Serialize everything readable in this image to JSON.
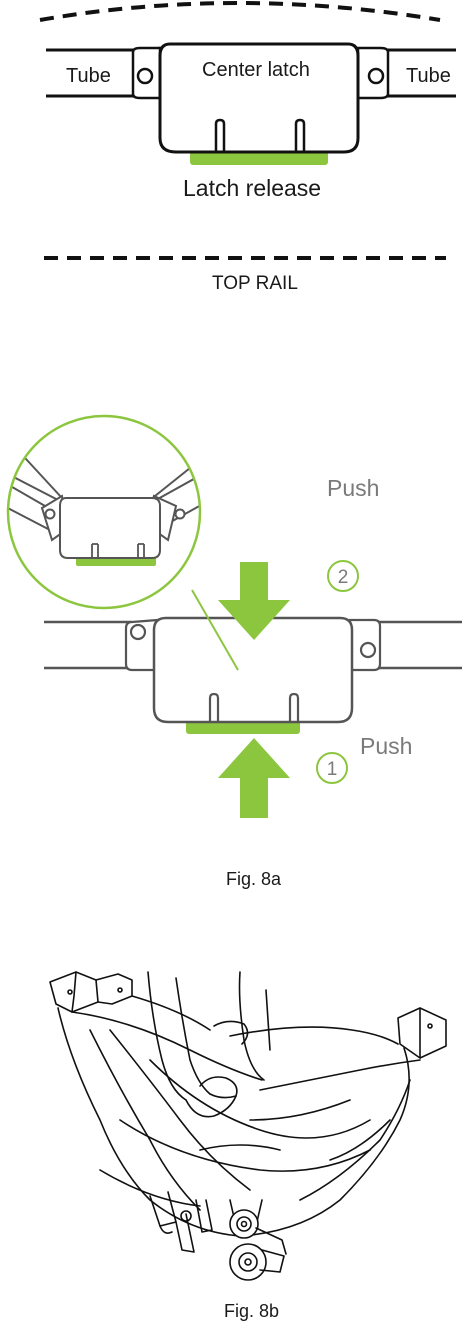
{
  "fig_top": {
    "tube_left": "Tube",
    "tube_right": "Tube",
    "center_latch": "Center latch",
    "latch_release": "Latch release",
    "top_rail": "TOP RAIL"
  },
  "fig_8a": {
    "push_top": "Push",
    "push_bottom": "Push",
    "step_2": "2",
    "step_1": "1",
    "caption": "Fig. 8a"
  },
  "fig_8b": {
    "caption": "Fig. 8b"
  },
  "colors": {
    "accent_green": "#8cc63f",
    "line": "#111111",
    "gray_line": "#5a5a5a"
  }
}
